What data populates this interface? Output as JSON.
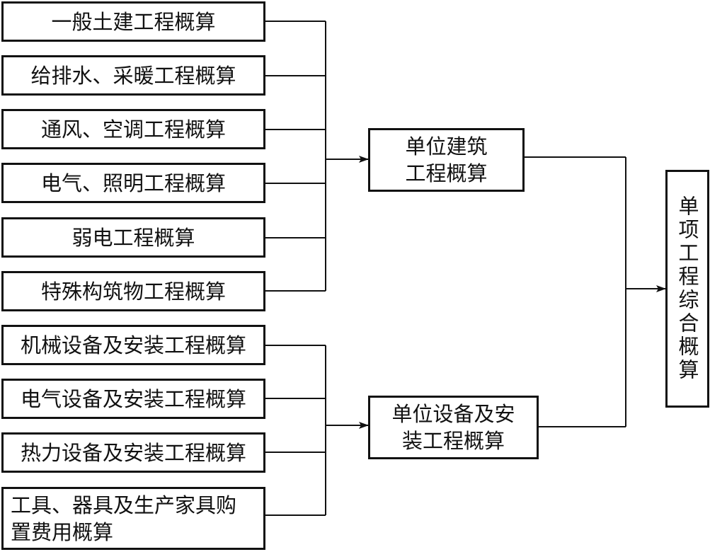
{
  "diagram": {
    "inputs_building": [
      "一般土建工程概算",
      "给排水、采暖工程概算",
      "通风、空调工程概算",
      "电气、照明工程概算",
      "弱电工程概算",
      "特殊构筑物工程概算"
    ],
    "inputs_equipment": [
      "机械设备及安装工程概算",
      "电气设备及安装工程概算",
      "热力设备及安装工程概算",
      "工具、器具及生产家具购置费用概算"
    ],
    "mid_building": "单位建筑工程概算",
    "mid_equipment": "单位设备及安装工程概算",
    "final": "单项工程综合概算"
  }
}
